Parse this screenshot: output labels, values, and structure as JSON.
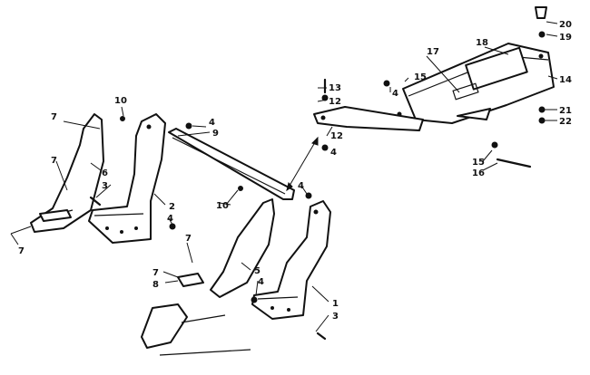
{
  "labels": {
    "l1": "1",
    "l2": "2",
    "l3a": "3",
    "l3b": "3",
    "l4a": "4",
    "l4b": "4",
    "l4c": "4",
    "l4d": "4",
    "l4e": "4",
    "l4f": "4",
    "l5": "5",
    "l6": "6",
    "l7a": "7",
    "l7b": "7",
    "l7c": "7",
    "l7d": "7",
    "l7e": "7",
    "l8": "8",
    "l9": "9",
    "l10a": "10",
    "l10b": "10",
    "l12a": "12",
    "l12b": "12",
    "l13": "13",
    "l14": "14",
    "l15a": "15",
    "l15b": "15",
    "l16": "16",
    "l17": "17",
    "l18": "18",
    "l19": "19",
    "l20": "20",
    "l21": "21",
    "l22": "22"
  },
  "colors": {
    "ink": "#111111",
    "paper": "#ffffff"
  }
}
